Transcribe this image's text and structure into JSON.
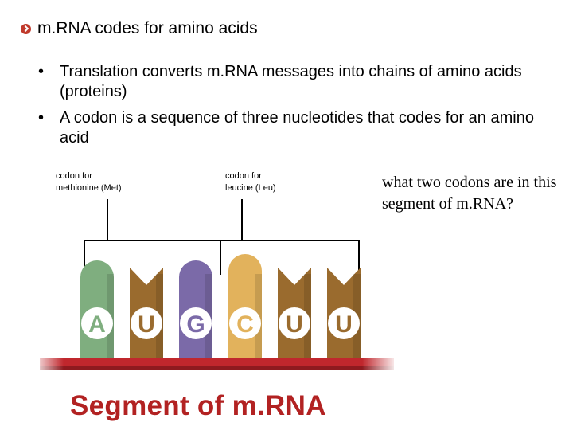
{
  "slide": {
    "title": "m.RNA codes for amino acids",
    "bullets": [
      "Translation converts m.RNA messages into chains of amino acids (proteins)",
      "A codon is a sequence of three nucleotides that codes for an amino acid"
    ],
    "bullet_glyph": "•"
  },
  "diagram": {
    "labels": [
      {
        "text": "codon for\nmethionine (Met)"
      },
      {
        "text": "codon for\nleucine (Leu)"
      }
    ],
    "nucleotides": [
      {
        "letter": "A",
        "color": "#7fae7f"
      },
      {
        "letter": "U",
        "color": "#9a6b2e"
      },
      {
        "letter": "G",
        "color": "#7b6aa8"
      },
      {
        "letter": "C",
        "color": "#e2b25c"
      },
      {
        "letter": "U",
        "color": "#9a6b2e"
      },
      {
        "letter": "U",
        "color": "#9a6b2e"
      }
    ],
    "backbone_color": "#c0272d",
    "segment_title": "Segment of m.RNA",
    "question": "what two codons are in this segment of m.RNA?"
  }
}
